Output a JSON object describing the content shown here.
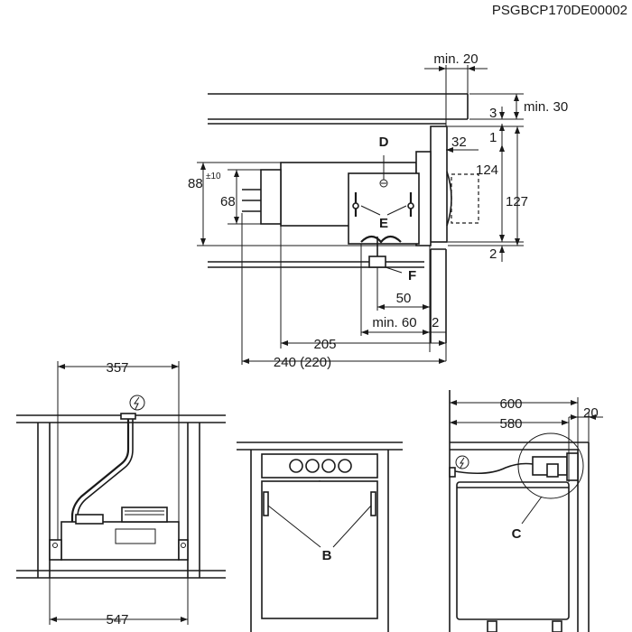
{
  "doc_code": "PSGBCP170DE00002",
  "dims": {
    "min20_top": "min. 20",
    "min30": "min. 30",
    "v3": "3",
    "v1": "1",
    "v32": "32",
    "v124": "124",
    "v127": "127",
    "v2_right": "2",
    "v88": "88",
    "tol10": "±10",
    "v68": "68",
    "v50": "50",
    "min60": "min. 60",
    "v2_bottom": "2",
    "v205": "205",
    "v240": "240 (220)",
    "v357": "357",
    "v547": "547",
    "v600": "600",
    "v580": "580",
    "v20_right": "20"
  },
  "labels": {
    "D": "D",
    "E": "E",
    "F": "F",
    "B": "B",
    "C": "C"
  },
  "icons": {
    "power": "power-lightning-icon",
    "knob": "oven-knob-icon",
    "screw": "adjustment-screw-icon"
  }
}
